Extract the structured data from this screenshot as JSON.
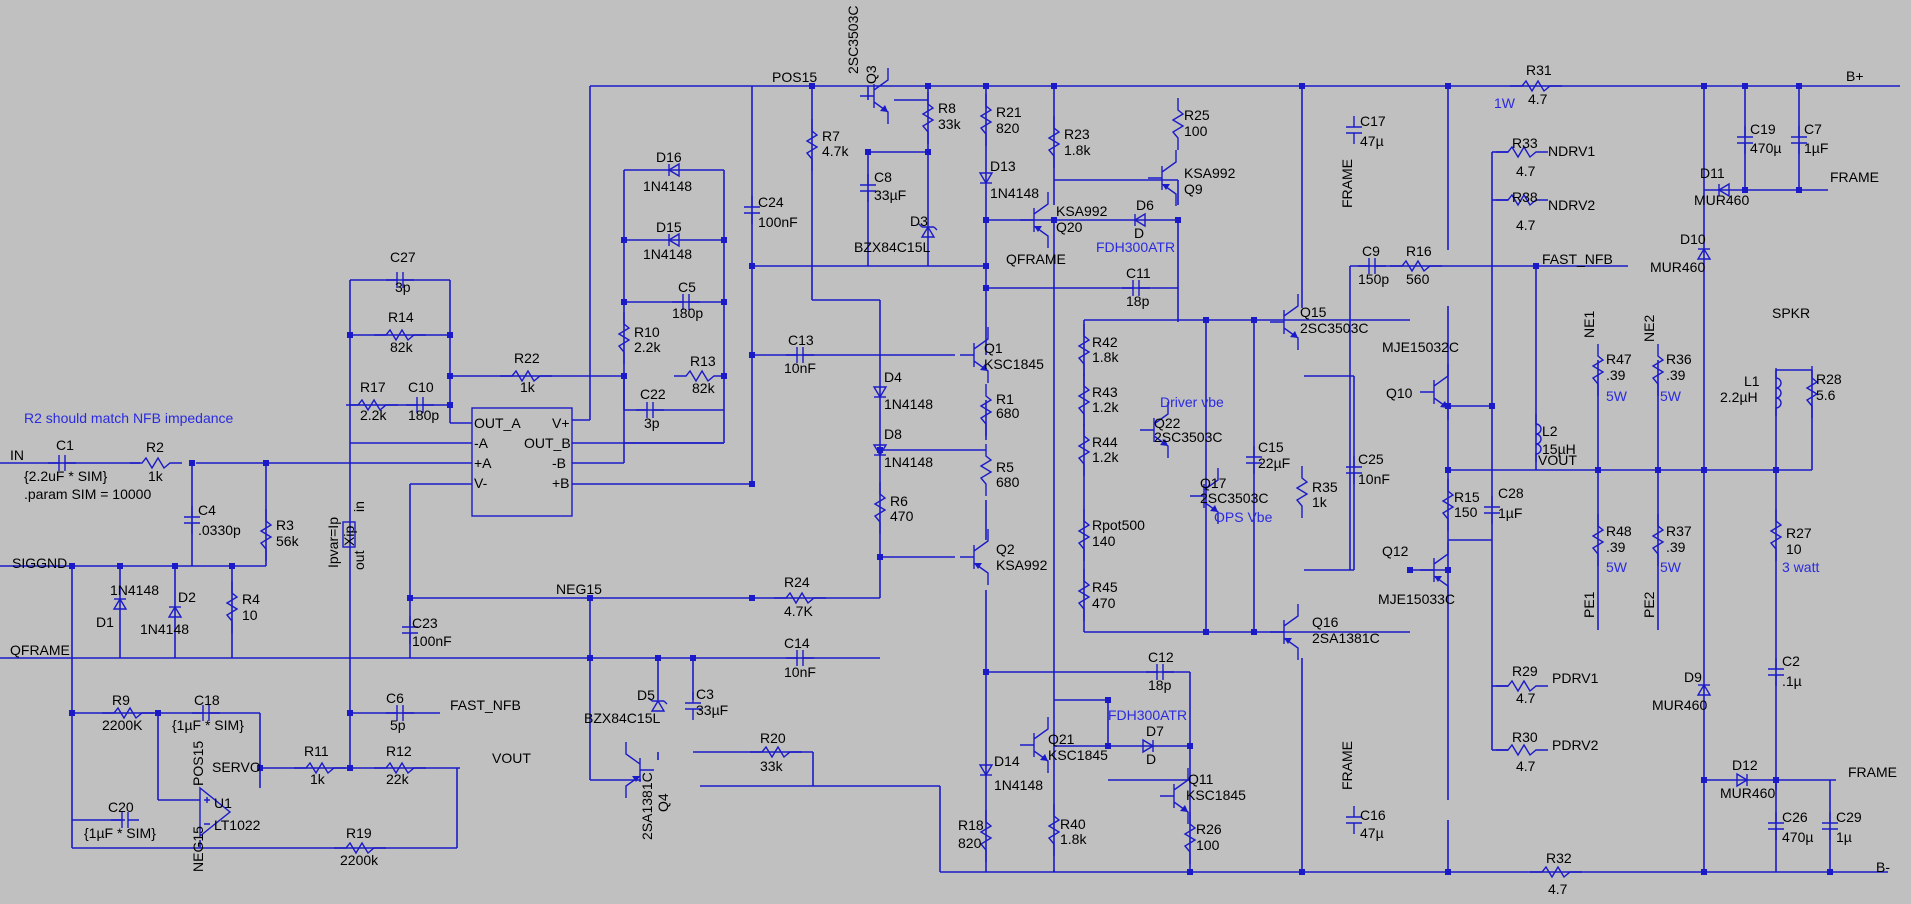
{
  "net_labels": {
    "in": "IN",
    "siggnd": "SIGGND",
    "qframe_left": "QFRAME",
    "pos15": "POS15",
    "neg15": "NEG15",
    "qframe_mid": "QFRAME",
    "fast_nfb_top": "FAST_NFB",
    "fast_nfb_bottom": "FAST_NFB",
    "vout_servo": "VOUT",
    "vout_out": "VOUT",
    "b_plus": "B+",
    "b_minus": "B-",
    "frame_1": "FRAME",
    "frame_2": "FRAME",
    "frame_3": "FRAME",
    "frame_4": "FRAME",
    "ndrv1": "NDRV1",
    "ndrv2": "NDRV2",
    "pdrv1": "PDRV1",
    "pdrv2": "PDRV2",
    "ne1": "NE1",
    "ne2": "NE2",
    "pe1": "PE1",
    "pe2": "PE2",
    "spkr": "SPKR",
    "servo": "SERVO",
    "pos15_u1": "POS15",
    "neg15_u1": "NEG15"
  },
  "notes": {
    "nfb": "R2 should match NFB impedance",
    "param": ".param SIM = 10000",
    "r31_power": "1W",
    "r47_power": "5W",
    "r36_power": "5W",
    "r48_power": "5W",
    "r37_power": "5W",
    "r27_power": "3 watt",
    "d6_type": "FDH300ATR",
    "d7_type": "FDH300ATR",
    "driver_vbe": "Driver vbe",
    "ops_vbe": "OPS Vbe"
  },
  "opamp": {
    "out_a": "OUT_A",
    "v_plus": "V+",
    "minus_a": "-A",
    "out_b": "OUT_B",
    "plus_a": "+A",
    "minus_b": "-B",
    "v_minus": "V-",
    "plus_b": "+B"
  },
  "bsource": {
    "expr": "Ipvar=Ip",
    "name": "Xip",
    "pin_in": "in",
    "pin_out": "out"
  },
  "components": {
    "c1": {
      "ref": "C1",
      "val": "{2.2uF * SIM}"
    },
    "r2": {
      "ref": "R2",
      "val": "1k"
    },
    "c4": {
      "ref": "C4",
      "val": ".0330p"
    },
    "r3": {
      "ref": "R3",
      "val": "56k"
    },
    "d1": {
      "ref": "D1",
      "val": "1N4148"
    },
    "d2": {
      "ref": "D2",
      "val": "1N4148"
    },
    "r4": {
      "ref": "R4",
      "val": "10"
    },
    "c27": {
      "ref": "C27",
      "val": "3p"
    },
    "r14": {
      "ref": "R14",
      "val": "82k"
    },
    "r17": {
      "ref": "R17",
      "val": "2.2k"
    },
    "c10": {
      "ref": "C10",
      "val": "180p"
    },
    "r22": {
      "ref": "R22",
      "val": "1k"
    },
    "d16": {
      "ref": "D16",
      "val": "1N4148"
    },
    "d15": {
      "ref": "D15",
      "val": "1N4148"
    },
    "c5": {
      "ref": "C5",
      "val": "180p"
    },
    "r10": {
      "ref": "R10",
      "val": "2.2k"
    },
    "r13": {
      "ref": "R13",
      "val": "82k"
    },
    "c22": {
      "ref": "C22",
      "val": "3p"
    },
    "c23": {
      "ref": "C23",
      "val": "100nF"
    },
    "c24": {
      "ref": "C24",
      "val": "100nF"
    },
    "r7": {
      "ref": "R7",
      "val": "4.7k"
    },
    "q3": {
      "ref": "Q3",
      "val": "2SC3503C"
    },
    "r8": {
      "ref": "R8",
      "val": "33k"
    },
    "c8": {
      "ref": "C8",
      "val": "33µF"
    },
    "d3": {
      "ref": "D3",
      "val": "BZX84C15L"
    },
    "c13": {
      "ref": "C13",
      "val": "10nF"
    },
    "d4": {
      "ref": "D4",
      "val": "1N4148"
    },
    "d8": {
      "ref": "D8",
      "val": "1N4148"
    },
    "r6": {
      "ref": "R6",
      "val": "470"
    },
    "r24": {
      "ref": "R24",
      "val": "4.7K"
    },
    "c14": {
      "ref": "C14",
      "val": "10nF"
    },
    "d5": {
      "ref": "D5",
      "val": "BZX84C15L"
    },
    "c3": {
      "ref": "C3",
      "val": "33µF"
    },
    "r20": {
      "ref": "R20",
      "val": "33k"
    },
    "q4": {
      "ref": "Q4",
      "val": "2SA1381C"
    },
    "r9": {
      "ref": "R9",
      "val": "2200K"
    },
    "c18": {
      "ref": "C18",
      "val": "{1µF * SIM}"
    },
    "c20": {
      "ref": "C20",
      "val": "{1µF * SIM}"
    },
    "u1": {
      "ref": "U1",
      "val": "LT1022"
    },
    "r11": {
      "ref": "R11",
      "val": "1k"
    },
    "r12": {
      "ref": "R12",
      "val": "22k"
    },
    "c6": {
      "ref": "C6",
      "val": "5p"
    },
    "r19": {
      "ref": "R19",
      "val": "2200k"
    },
    "r21": {
      "ref": "R21",
      "val": "820"
    },
    "d13": {
      "ref": "D13",
      "val": "1N4148"
    },
    "r23": {
      "ref": "R23",
      "val": "1.8k"
    },
    "q20": {
      "ref": "Q20",
      "val": "KSA992"
    },
    "r25": {
      "ref": "R25",
      "val": "100"
    },
    "q9": {
      "ref": "Q9",
      "val": "KSA992"
    },
    "d6": {
      "ref": "D6",
      "val": "D"
    },
    "c11": {
      "ref": "C11",
      "val": "18p"
    },
    "q1": {
      "ref": "Q1",
      "val": "KSC1845"
    },
    "r1": {
      "ref": "R1",
      "val": "680"
    },
    "r5": {
      "ref": "R5",
      "val": "680"
    },
    "q2": {
      "ref": "Q2",
      "val": "KSA992"
    },
    "c12": {
      "ref": "C12",
      "val": "18p"
    },
    "q21": {
      "ref": "Q21",
      "val": "KSC1845"
    },
    "d7": {
      "ref": "D7",
      "val": "D"
    },
    "q11": {
      "ref": "Q11",
      "val": "KSC1845"
    },
    "d14": {
      "ref": "D14",
      "val": "1N4148"
    },
    "r18": {
      "ref": "R18",
      "val": "820"
    },
    "r40": {
      "ref": "R40",
      "val": "1.8k"
    },
    "r26": {
      "ref": "R26",
      "val": "100"
    },
    "r42": {
      "ref": "R42",
      "val": "1.8k"
    },
    "r43": {
      "ref": "R43",
      "val": "1.2k"
    },
    "r44": {
      "ref": "R44",
      "val": "1.2k"
    },
    "q22": {
      "ref": "Q22",
      "val": "2SC3503C"
    },
    "q17": {
      "ref": "Q17",
      "val": "2SC3503C"
    },
    "rpot": {
      "ref": "Rpot500",
      "val": "140"
    },
    "r45": {
      "ref": "R45",
      "val": "470"
    },
    "c15": {
      "ref": "C15",
      "val": "22µF"
    },
    "q15": {
      "ref": "Q15",
      "val": "2SC3503C"
    },
    "q16": {
      "ref": "Q16",
      "val": "2SA1381C"
    },
    "r35": {
      "ref": "R35",
      "val": "1k"
    },
    "c17": {
      "ref": "C17",
      "val": "47µ"
    },
    "c16": {
      "ref": "C16",
      "val": "47µ"
    },
    "c9": {
      "ref": "C9",
      "val": "150p"
    },
    "r16": {
      "ref": "R16",
      "val": "560"
    },
    "c25": {
      "ref": "C25",
      "val": "10nF"
    },
    "q10": {
      "ref": "Q10",
      "val": "MJE15032C"
    },
    "q12": {
      "ref": "Q12",
      "val": "MJE15033C"
    },
    "r15": {
      "ref": "R15",
      "val": "150"
    },
    "c28": {
      "ref": "C28",
      "val": "1µF"
    },
    "r31": {
      "ref": "R31",
      "val": "4.7"
    },
    "r32": {
      "ref": "R32",
      "val": "4.7"
    },
    "r33": {
      "ref": "R33",
      "val": "4.7"
    },
    "r38": {
      "ref": "R38",
      "val": "4.7"
    },
    "r29": {
      "ref": "R29",
      "val": "4.7"
    },
    "r30": {
      "ref": "R30",
      "val": "4.7"
    },
    "r47": {
      "ref": "R47",
      "val": ".39"
    },
    "r36": {
      "ref": "R36",
      "val": ".39"
    },
    "r48": {
      "ref": "R48",
      "val": ".39"
    },
    "r37": {
      "ref": "R37",
      "val": ".39"
    },
    "l2": {
      "ref": "L2",
      "val": "15µH"
    },
    "l1": {
      "ref": "L1",
      "val": "2.2µH"
    },
    "r28": {
      "ref": "R28",
      "val": "5.6"
    },
    "r27": {
      "ref": "R27",
      "val": "10"
    },
    "c2": {
      "ref": "C2",
      "val": ".1µ"
    },
    "c19": {
      "ref": "C19",
      "val": "470µ"
    },
    "c7": {
      "ref": "C7",
      "val": "1µF"
    },
    "d11": {
      "ref": "D11",
      "val": "MUR460"
    },
    "d10": {
      "ref": "D10",
      "val": "MUR460"
    },
    "d9": {
      "ref": "D9",
      "val": "MUR460"
    },
    "d12": {
      "ref": "D12",
      "val": "MUR460"
    },
    "c26": {
      "ref": "C26",
      "val": "470µ"
    },
    "c29": {
      "ref": "C29",
      "val": "1µ"
    }
  }
}
